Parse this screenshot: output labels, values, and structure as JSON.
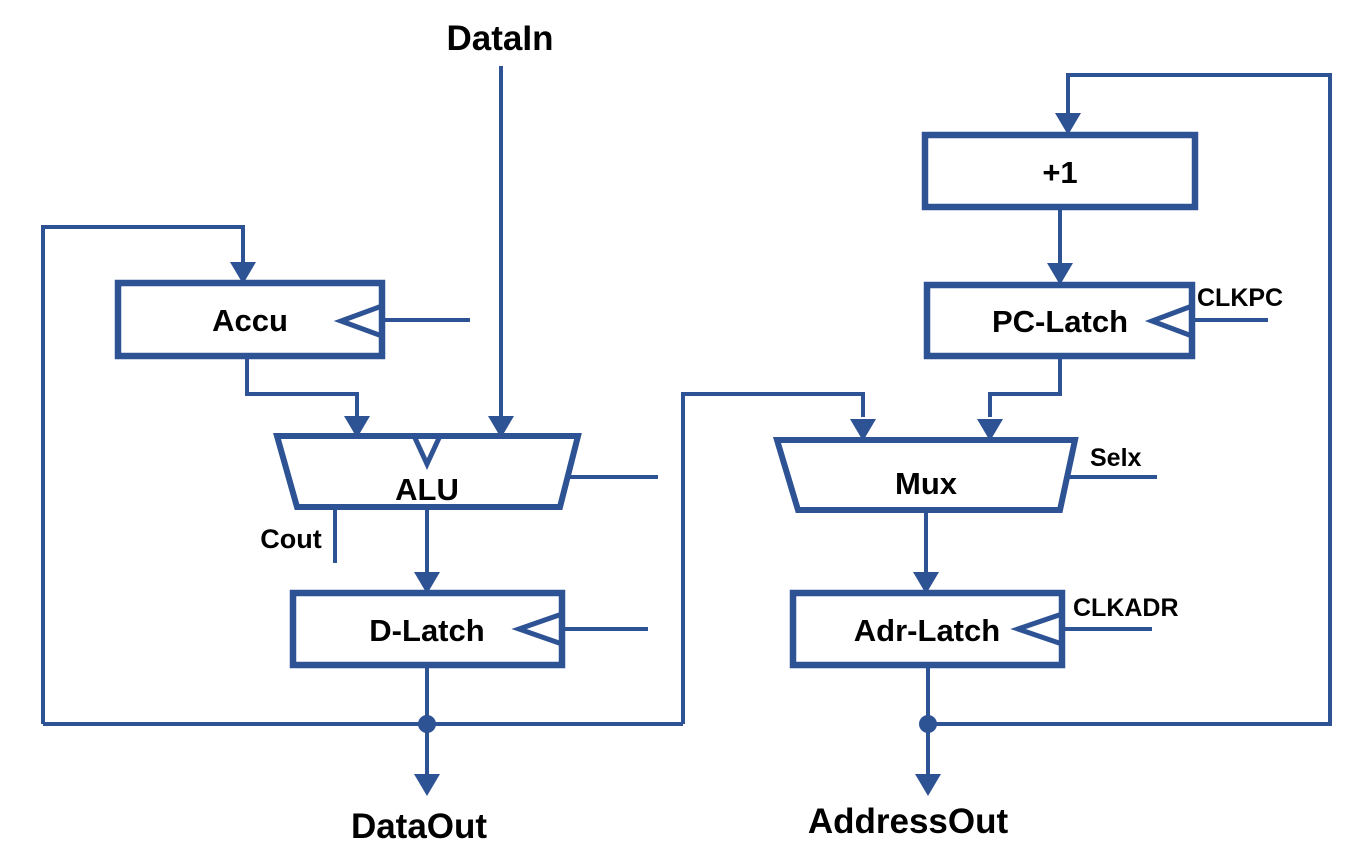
{
  "diagram": {
    "colors": {
      "line": "#2e5394",
      "text": "#000000",
      "background": "#ffffff"
    },
    "blocks": {
      "accu": "Accu",
      "plus_one": "+1",
      "pc_latch": "PC-Latch",
      "alu": "ALU",
      "mux": "Mux",
      "d_latch": "D-Latch",
      "adr_latch": "Adr-Latch"
    },
    "signals": {
      "data_in": "DataIn",
      "data_out": "DataOut",
      "address_out": "AddressOut",
      "cout": "Cout",
      "clkpc": "CLKPC",
      "clkadr": "CLKADR",
      "selx": "Selx"
    }
  }
}
